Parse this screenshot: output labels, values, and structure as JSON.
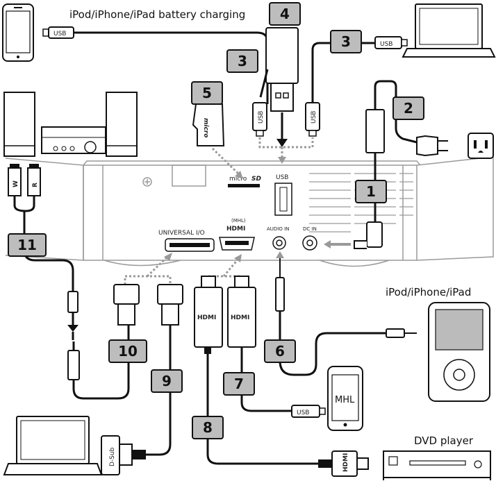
{
  "labels": {
    "ipod_charging": "iPod/iPhone/iPad battery charging",
    "ipod_device": "iPod/iPhone/iPad",
    "dvd_player": "DVD player",
    "usb": "USB",
    "micro_sd": "micro",
    "universal_io": "UNIVERSAL I/O",
    "mhl_top": "(MHL)",
    "hdmi_logo": "HDMI",
    "audio_in": "AUDIO IN",
    "dc_in": "DC IN",
    "hdmi": "HDMI",
    "mhl": "MHL",
    "dsub": "D-Sub",
    "w": "W",
    "r": "R",
    "micro_card": "micro"
  },
  "callouts": [
    "1",
    "2",
    "3",
    "4",
    "5",
    "6",
    "7",
    "8",
    "9",
    "10",
    "11"
  ],
  "colors": {
    "callout_fill": "#bdbdbd",
    "line": "#111111",
    "projector": "#8c8c8c"
  }
}
